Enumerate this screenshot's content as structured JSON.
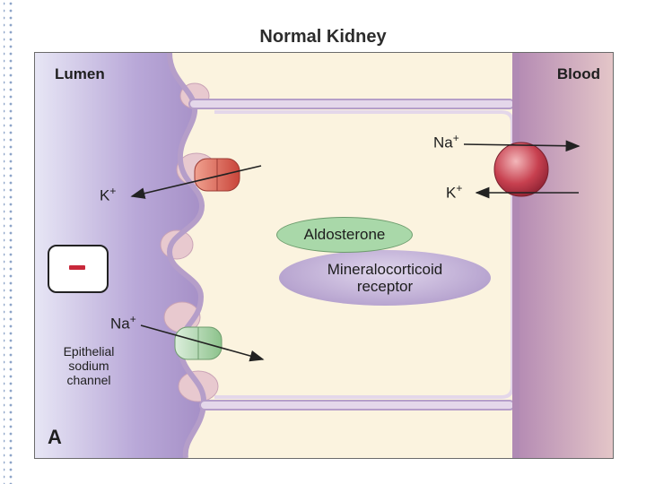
{
  "title": "Normal Kidney",
  "labels": {
    "lumen": "Lumen",
    "blood": "Blood",
    "panel": "A",
    "aldosterone": "Aldosterone",
    "receptor_line1": "Mineralocorticoid",
    "receptor_line2": "receptor",
    "enac_line1": "Epithelial",
    "enac_line2": "sodium",
    "enac_line3": "channel",
    "charge_sign": "negative"
  },
  "ions": {
    "apical_k": {
      "symbol": "K",
      "charge": "+"
    },
    "apical_na": {
      "symbol": "Na",
      "charge": "+"
    },
    "basal_na": {
      "symbol": "Na",
      "charge": "+"
    },
    "basal_k": {
      "symbol": "K",
      "charge": "+"
    }
  },
  "colors": {
    "lumen_fill": "#a590c8",
    "blood_fill": "#c79ab2",
    "cell_fill": "#fbf3df",
    "membrane": "#b59ec9",
    "k_channel": "#d9604e",
    "enac_channel": "#9fcf9d",
    "pump": "#c7404f",
    "aldosterone_fill": "#a9d8a9",
    "receptor_fill": "#b8a5d0",
    "charge_mark": "#c8283a"
  }
}
